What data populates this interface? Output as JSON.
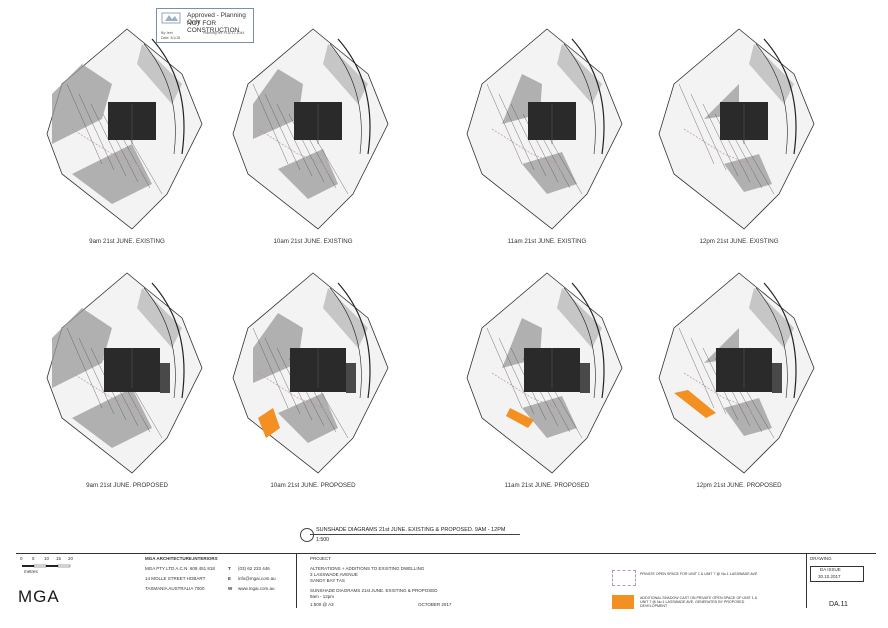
{
  "stamp": {
    "title": "Approved - Planning Only",
    "subtitle": "NOT FOR CONSTRUCTION",
    "fields": [
      "By: leet",
      "Planning ref: PLN-17-1044",
      "Date: 3/1/18"
    ]
  },
  "cells": [
    {
      "caption": "9am 21st JUNE.  EXISTING"
    },
    {
      "caption": "10am 21st JUNE.  EXISTING"
    },
    {
      "caption": "11am 21st JUNE.  EXISTING"
    },
    {
      "caption": "12pm 21st JUNE.  EXISTING"
    },
    {
      "caption": "9am 21st JUNE.  PROPOSED"
    },
    {
      "caption": "10am 21st JUNE.  PROPOSED"
    },
    {
      "caption": "11am 21st JUNE.  PROPOSED"
    },
    {
      "caption": "12pm 21st JUNE.  PROPOSED"
    }
  ],
  "sheet": {
    "title": "SUNSHADE DIAGRAMS 21st JUNE. EXISTING & PROPOSED.  9AM - 12PM",
    "scale": "1:500"
  },
  "titleblock": {
    "scale_ticks": [
      "0",
      "5",
      "10",
      "15",
      "20"
    ],
    "scale_unit": "metres",
    "company_head": "MGA ARCHITECTURE.INTERIORS",
    "company": "MGA PTY LTD  A.C.N. 609 451 818",
    "address1": "14 MOLLE STREET HOBART",
    "address2": "TASMANIA AUSTRALIA 7000",
    "phone_label": "T",
    "phone": "(03) 62 233 446",
    "email_label": "E",
    "email": "info@mgai.com.au",
    "web_label": "W",
    "web": "www.mgai.com.au",
    "logo": "MGA",
    "project_label": "PROJECT",
    "project_line1": "ALTERATIONS + ADDITIONS TO EXISTING DWELLING",
    "project_line2": "3 LASSWADE AVENUE",
    "project_line3": "SANDY BAY    TAS",
    "drawing_title": "SUNSHADE DIAGRAMS 21st JUNE. EXISTING & PROPOSED",
    "drawing_time": "9am - 12pm",
    "drawing_scale": "1:500 @ A3",
    "drawing_date": "OCTOBER 2017",
    "legend_open": "PRIVATE OPEN SPACE FOR UNIT 1 & UNIT 7 @ No.1 LASSWADE AVE",
    "legend_shadow": "ADDITIONAL SHADOW CAST ON PRIVATE OPEN SPACE OF UNIT 1 & UNIT 7 @ No.1 LASSWADE AVE. GENERATED BY PROPOSED DEVELOPMENT",
    "drawing_label": "DRAWING",
    "issue": "DA ISSUE",
    "issue_date": "30.10.2017",
    "drawing_no": "DA.11"
  },
  "colors": {
    "shadow": "#9a9a9a",
    "roof": "#2a2a2a",
    "additional_shadow": "#f39021",
    "open_space": "#c18fb8"
  }
}
